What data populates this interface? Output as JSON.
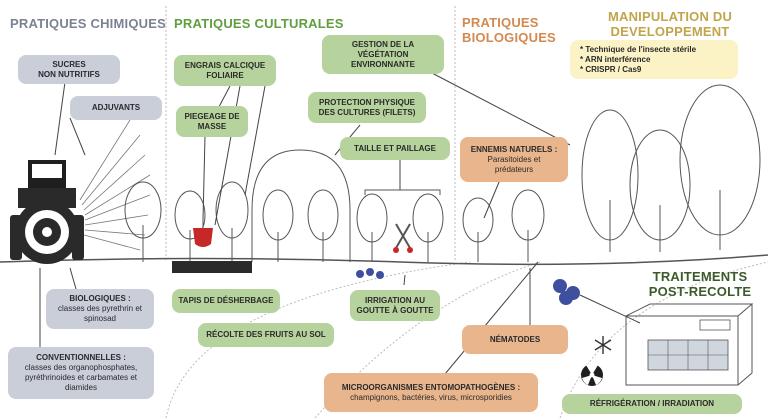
{
  "colors": {
    "chimiques": "#7a8294",
    "culturales": "#5f9f3f",
    "biologiques": "#d3894f",
    "developpement": "#c0a54a",
    "post_recolte": "#3c5a2a",
    "box_grey": "#c9ced9",
    "box_green": "#b7d39d",
    "box_orange": "#e9b58d",
    "box_yellow": "#fbf2c6"
  },
  "headers": {
    "chimiques": "PRATIQUES CHIMIQUES",
    "culturales": "PRATIQUES CULTURALES",
    "biologiques_line1": "PRATIQUES",
    "biologiques_line2": "BIOLOGIQUES",
    "developpement_line1": "MANIPULATION DU",
    "developpement_line2": "DEVELOPPEMENT",
    "post_recolte_line1": "TRAITEMENTS",
    "post_recolte_line2": "POST-RECOLTE"
  },
  "chimiques": {
    "sucres_line1": "SUCRES",
    "sucres_line2": "NON NUTRITIFS",
    "adjuvants": "ADJUVANTS",
    "biologiques_title": "BIOLOGIQUES :",
    "biologiques_detail": "classes des pyrethrin et spinosad",
    "conventionnelles_title": "CONVENTIONNELLES :",
    "conventionnelles_detail": "classes des organophosphates, pyréthrinoides et carbamates et diamides"
  },
  "culturales": {
    "engrais_line1": "ENGRAIS CALCIQUE",
    "engrais_line2": "FOLIAIRE",
    "piegeage_line1": "PIEGEAGE DE",
    "piegeage_line2": "MASSE",
    "gestion_line1": "GESTION DE LA",
    "gestion_line2": "VÉGÉTATION",
    "gestion_line3": "ENVIRONNANTE",
    "protection_line1": "PROTECTION PHYSIQUE",
    "protection_line2": "DES CULTURES (FILETS)",
    "taille": "TAILLE ET PAILLAGE",
    "tapis": "TAPIS DE DÉSHERBAGE",
    "irrigation_line1": "IRRIGATION AU",
    "irrigation_line2": "GOUTTE À GOUTTE",
    "recolte": "RÉCOLTE DES FRUITS AU SOL"
  },
  "biologiques": {
    "ennemis_title": "ENNEMIS NATURELS :",
    "ennemis_line2": "Parasitoides et",
    "ennemis_line3": "prédateurs",
    "nematodes": "NÉMATODES",
    "micro_title": "MICROORGANISMES ENTOMOPATHOGÈNES :",
    "micro_detail": "champignons, bactéries, virus, microsporidies"
  },
  "developpement": {
    "items": [
      "Technique de l'insecte stérile",
      "ARN interférence",
      "CRISPR / Cas9"
    ]
  },
  "post_recolte": {
    "refrigeration": "RÉFRIGÉRATION / IRRADIATION"
  },
  "icons": [
    "tractor-icon",
    "trap-icon",
    "pruning-shears-icon",
    "blueberry-icon",
    "snowflake-icon",
    "radiation-icon",
    "cold-room-icon"
  ]
}
